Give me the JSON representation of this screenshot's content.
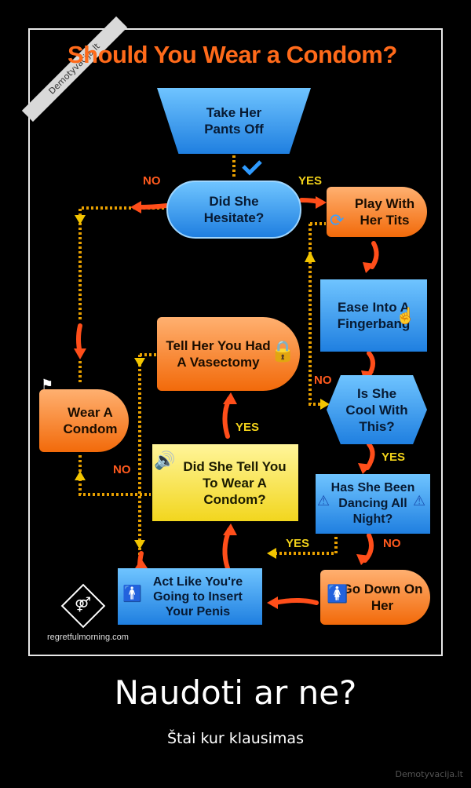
{
  "poster": {
    "title": "Should You Wear a Condom?",
    "ribbon": "Demotyvacija.lt",
    "credit": "regretfulmorning.com"
  },
  "nodes": {
    "take_pants": "Take Her Pants Off",
    "hesitate": "Did She Hesitate?",
    "play_tits": "Play With Her Tits",
    "ease_finger": "Ease Into A Fingerbang",
    "vasectomy": "Tell Her You Had A Vasectomy",
    "wear_condom": "Wear A Condom",
    "cool_with": "Is She Cool With This?",
    "tell_wear": "Did She Tell You To Wear A Condom?",
    "dancing": "Has She Been Dancing All Night?",
    "act_like": "Act Like You're Going to Insert Your Penis",
    "go_down": "Go Down On Her"
  },
  "labels": {
    "no": "NO",
    "yes": "YES"
  },
  "caption": {
    "main": "Naudoti ar ne?",
    "sub": "Štai kur klausimas",
    "watermark": "Demotyvacija.lt"
  },
  "colors": {
    "orange": "#f26a0a",
    "blue": "#1f7fe0",
    "yellow": "#f2d61e",
    "connector": "#e8a000"
  }
}
